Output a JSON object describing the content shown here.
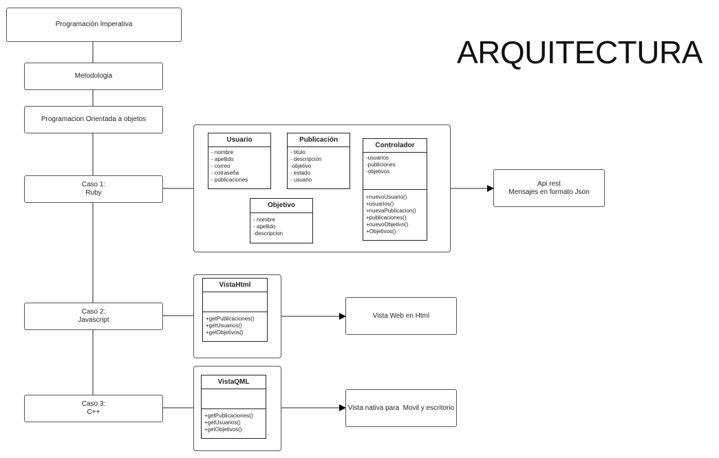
{
  "title": "ARQUITECTURA",
  "flow": {
    "imperativa": "Programación Imperativa",
    "metodologia": "Metodologia",
    "poo": "Programacion Orientada a objetos",
    "caso1": [
      "Caso 1:",
      "Ruby"
    ],
    "caso2": [
      "Caso 2:",
      "Javascript"
    ],
    "caso3": [
      "Caso 3:",
      "C++"
    ]
  },
  "ruby": {
    "usuario": {
      "name": "Usuario",
      "attrs": [
        "- nombre",
        "- apellido",
        "- correo",
        "- cotraseña",
        "- publicaciones"
      ]
    },
    "publicacion": {
      "name": "Publicación",
      "attrs": [
        "- titulo",
        "- descripción",
        "-objetivo",
        "- estado",
        "- usuario"
      ]
    },
    "controlador": {
      "name": "Controlador",
      "attrs": [
        "-usuarios",
        "-publiciones",
        "-objetivos"
      ],
      "methods": [
        "+nuevoUsuario()",
        "+usuarios()",
        "+nuevaPublicacion()",
        "+publicaciones()",
        "+nuevoObjetivo()",
        "+Objetivos()"
      ]
    },
    "objetivo": {
      "name": "Objetivo",
      "attrs": [
        "- nombre",
        "- apellido",
        "-descripcion"
      ]
    },
    "output": [
      "Api rest",
      "Mensajes en formato Json"
    ]
  },
  "js": {
    "vista": {
      "name": "VistaHtml",
      "methods": [
        "+getPublicaciones()",
        "+getUsuarios()",
        "+getObjetivos()"
      ]
    },
    "output": "Vista Web en Html"
  },
  "cpp": {
    "vista": {
      "name": "VistaQML",
      "methods": [
        "+getPublicaciones()",
        "+getUsuarios()",
        "+getObjetivos()"
      ]
    },
    "output": "Vista nativa para  Movil y escritorio"
  }
}
